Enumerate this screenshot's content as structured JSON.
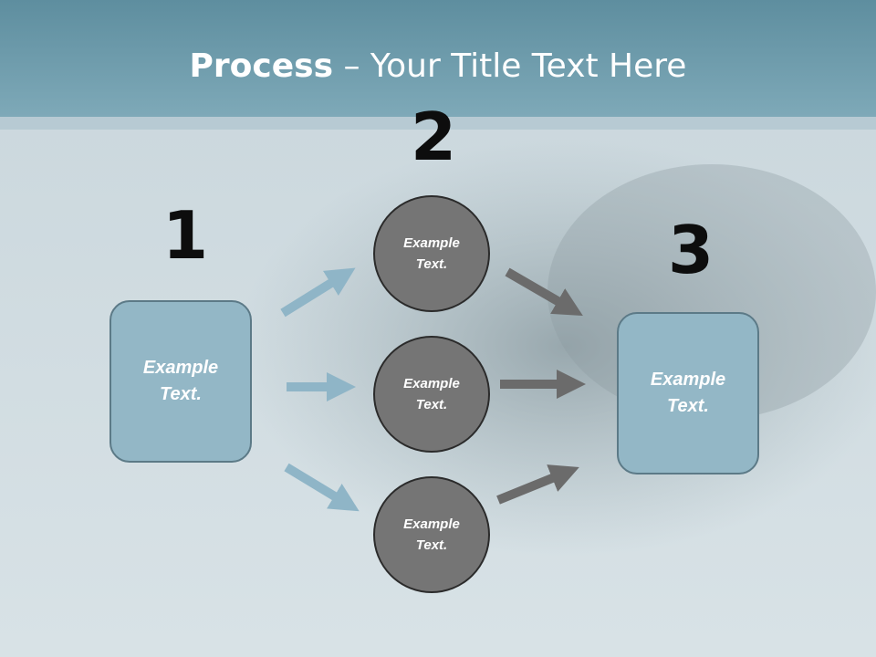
{
  "title": {
    "bold": "Process",
    "rest": " – Your Title Text Here"
  },
  "steps": [
    {
      "number": "1",
      "label_line1": "Example",
      "label_line2": "Text."
    },
    {
      "number": "2"
    },
    {
      "number": "3",
      "label_line1": "Example",
      "label_line2": "Text."
    }
  ],
  "circles": [
    {
      "line1": "Example",
      "line2": "Text."
    },
    {
      "line1": "Example",
      "line2": "Text."
    },
    {
      "line1": "Example",
      "line2": "Text."
    }
  ],
  "colors": {
    "header": "#6e9eae",
    "box_fill": "#93b7c6",
    "circle_fill": "#757575",
    "arrow_blue": "#8fb5c7",
    "arrow_gray": "#6b6b6b"
  }
}
